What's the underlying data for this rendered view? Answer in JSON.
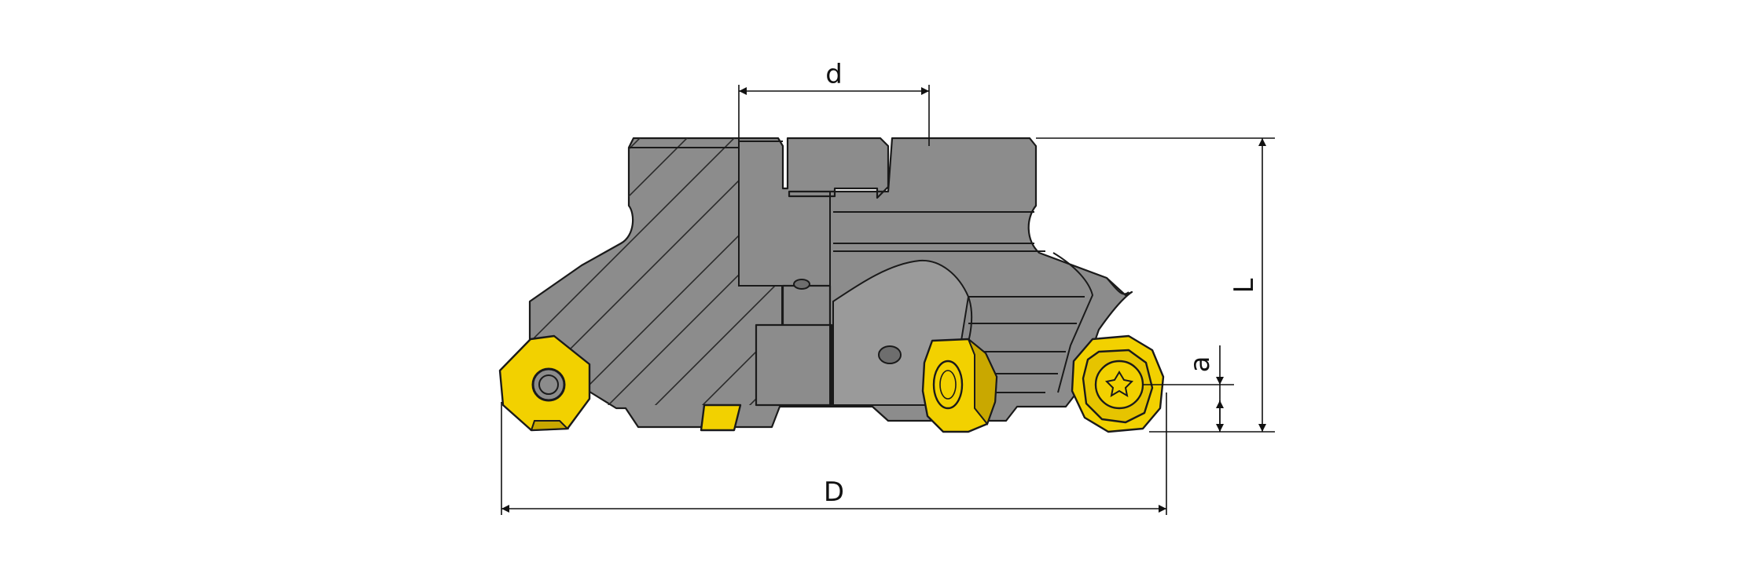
{
  "dimensions": {
    "d_label": "d",
    "D_label": "D",
    "L_label": "L",
    "a_label": "a"
  },
  "colors": {
    "body": "#8c8c8c",
    "insert": "#f2d100",
    "line": "#111111"
  }
}
